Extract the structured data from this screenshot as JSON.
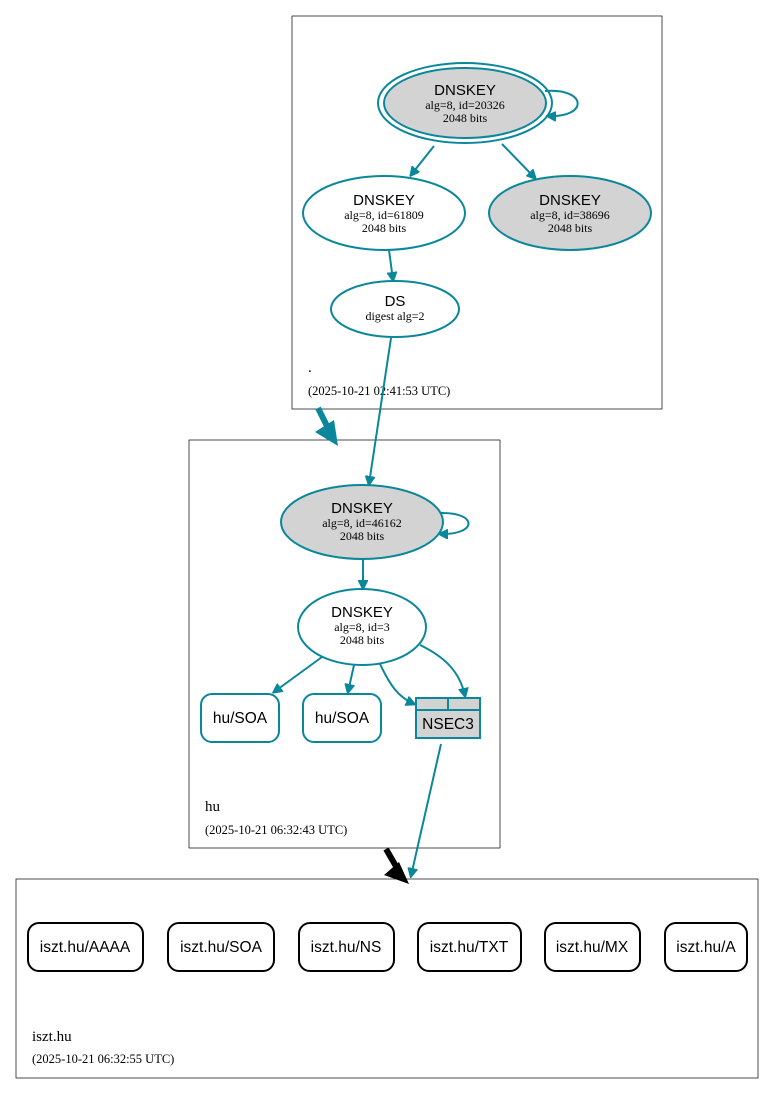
{
  "zones": {
    "root": {
      "name": ".",
      "timestamp": "(2025-10-21 02:41:53 UTC)"
    },
    "hu": {
      "name": "hu",
      "timestamp": "(2025-10-21 06:32:43 UTC)"
    },
    "iszt": {
      "name": "iszt.hu",
      "timestamp": "(2025-10-21 06:32:55 UTC)"
    }
  },
  "nodes": {
    "root_ksk": {
      "title": "DNSKEY",
      "line1": "alg=8, id=20326",
      "line2": "2048 bits"
    },
    "root_zsk": {
      "title": "DNSKEY",
      "line1": "alg=8, id=61809",
      "line2": "2048 bits"
    },
    "root_key2": {
      "title": "DNSKEY",
      "line1": "alg=8, id=38696",
      "line2": "2048 bits"
    },
    "hu_ds": {
      "title": "DS",
      "line1": "digest alg=2"
    },
    "hu_ksk": {
      "title": "DNSKEY",
      "line1": "alg=8, id=46162",
      "line2": "2048 bits"
    },
    "hu_zsk": {
      "title": "DNSKEY",
      "line1": "alg=8, id=3",
      "line2": "2048 bits"
    },
    "hu_soa_1": {
      "label": "hu/SOA"
    },
    "hu_soa_2": {
      "label": "hu/SOA"
    },
    "hu_nsec3": {
      "label": "NSEC3"
    }
  },
  "records": [
    {
      "label": "iszt.hu/AAAA"
    },
    {
      "label": "iszt.hu/SOA"
    },
    {
      "label": "iszt.hu/NS"
    },
    {
      "label": "iszt.hu/TXT"
    },
    {
      "label": "iszt.hu/MX"
    },
    {
      "label": "iszt.hu/A"
    }
  ],
  "colors": {
    "secure_edge": "#0a879a",
    "insecure_edge": "#000000",
    "sep_key_fill": "#d3d3d3"
  }
}
